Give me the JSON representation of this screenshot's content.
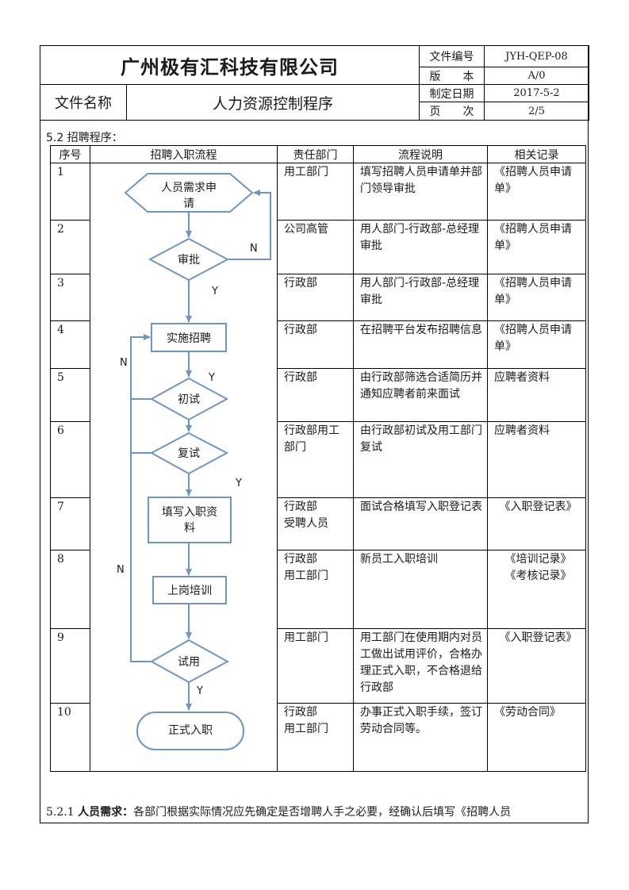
{
  "header": {
    "company": "广州极有汇科技有限公司",
    "doc_name_label": "文件名称",
    "doc_title": "人力资源控制程序",
    "meta": [
      {
        "key": "文件编号",
        "value": "JYH-QEP-08"
      },
      {
        "key": "版　　本",
        "value": "A/0"
      },
      {
        "key": "制定日期",
        "value": "2017-5-2"
      },
      {
        "key": "页　　次",
        "value": "2/5"
      }
    ]
  },
  "section_title": "5.2 招聘程序：",
  "table": {
    "headers": [
      "序号",
      "招聘入职流程",
      "责任部门",
      "流程说明",
      "相关记录"
    ],
    "rows": [
      {
        "no": "1",
        "dept": "用工部门",
        "desc": "填写招聘人员申请单并部门领导审批",
        "record": "《招聘人员申请单》"
      },
      {
        "no": "2",
        "dept": "公司高管",
        "desc": "用人部门-行政部-总经理审批",
        "record": "《招聘人员申请单》"
      },
      {
        "no": "3",
        "dept": "行政部",
        "desc": "用人部门-行政部-总经理审批",
        "record": "《招聘人员申请单》"
      },
      {
        "no": "4",
        "dept": "行政部",
        "desc": "在招聘平台发布招聘信息",
        "record": "《招聘人员申请单》"
      },
      {
        "no": "5",
        "dept": "行政部",
        "desc": "由行政部筛选合适简历并通知应聘者前来面试",
        "record": "应聘者资料"
      },
      {
        "no": "6",
        "dept": "行政部用工部门",
        "desc": "由行政部初试及用工部门复试",
        "record": "应聘者资料"
      },
      {
        "no": "7",
        "dept": "行政部\n受聘人员",
        "desc": "面试合格填写入职登记表",
        "record": "《入职登记表》"
      },
      {
        "no": "8",
        "dept": "行政部\n用工部门",
        "desc": "新员工入职培训",
        "record": "《培训记录》\n《考核记录》"
      },
      {
        "no": "9",
        "dept": "用工部门",
        "desc": "用工部门在使用期内对员工做出试用评价，合格办理正式入职，不合格退给行政部",
        "record": "《入职登记表》"
      },
      {
        "no": "10",
        "dept": "行政部\n用工部门",
        "desc": "办事正式入职手续，签订劳动合同等。",
        "record": "《劳动合同》"
      }
    ]
  },
  "flow": {
    "step1_line1": "人员需求申",
    "step1_line2": "请",
    "approve": "审批",
    "recruit": "实施招聘",
    "first_interview": "初试",
    "second_interview": "复试",
    "fill_form_line1": "填写入职资",
    "fill_form_line2": "料",
    "training": "上岗培训",
    "trial": "试用",
    "formal": "正式入职",
    "yes": "Y",
    "no": "N",
    "line_color": "#6f96c3"
  },
  "footer": {
    "number": "5.2.1",
    "bold": "人员需求：",
    "text": "各部门根据实际情况应先确定是否增聘人手之必要，经确认后填写《招聘人员"
  }
}
